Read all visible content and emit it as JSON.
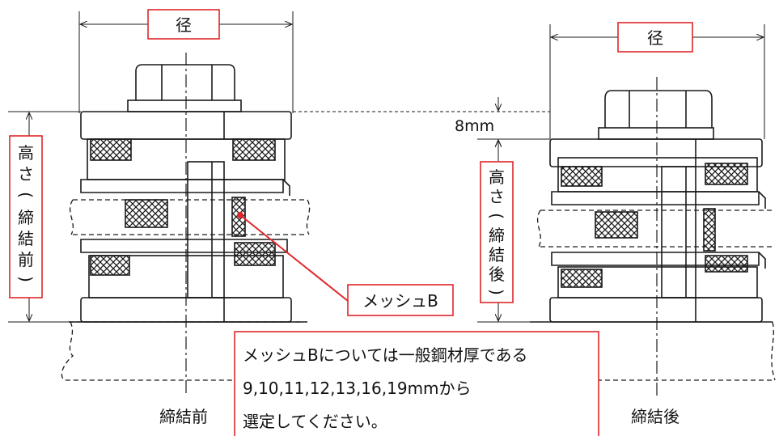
{
  "labels": {
    "diameter_left": "径",
    "diameter_right": "径",
    "offset": "8mm",
    "height_before": [
      "高",
      "さ",
      "(",
      "締",
      "結",
      "前",
      ")"
    ],
    "height_after": [
      "高",
      "さ",
      "(",
      "締",
      "結",
      "後",
      ")"
    ],
    "mesh_callout": "メッシュB",
    "caption_before": "締結前",
    "caption_after": "締結後"
  },
  "note": {
    "lines": [
      "メッシュBについては一般鋼材厚である",
      "9,10,11,12,13,16,19mmから",
      "選定してください。"
    ]
  },
  "colors": {
    "line": "#1a1a1a",
    "callout": "#e0262a",
    "background": "#ffffff"
  }
}
